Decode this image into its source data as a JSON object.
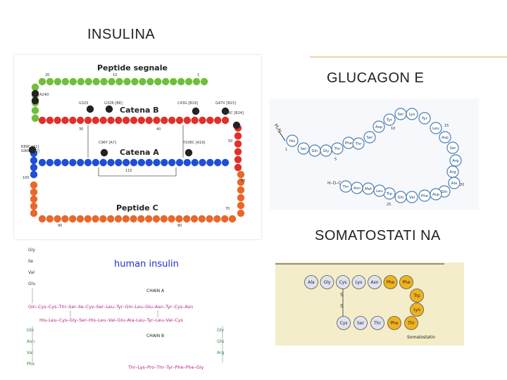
{
  "titles": {
    "insulina": "INSULINA",
    "glucagone": "GLUCAGON E",
    "somatostatina": "SOMATOSTATI NA"
  },
  "insulin_diagram": {
    "signal_peptide": "Peptide segnale",
    "chain_b": "Catena B",
    "chain_a": "Catena A",
    "peptide_c": "Peptide C",
    "mutations": [
      "A24D",
      "G32S",
      "G32R [B8]",
      "C43G [B19]",
      "G47V [B23]",
      "F48C [B24]",
      "R89C [A1]",
      "G90C [A2]",
      "C96Y [A7]",
      "Y108C [A19]"
    ],
    "numbers": [
      "20",
      "10",
      "1",
      "30",
      "40",
      "50",
      "60",
      "70",
      "80",
      "90",
      "100",
      "110"
    ],
    "colors": {
      "signal": "#6fbf3a",
      "chain_b": "#e0302a",
      "chain_a": "#1f4fd6",
      "peptide_c": "#e8682a",
      "mutant": "#222222"
    }
  },
  "glucagon": {
    "residues": [
      "His",
      "Ser",
      "Gln",
      "Gly",
      "Thr",
      "Phe",
      "Thr",
      "Ser",
      "Asp",
      "Tyr",
      "Ser",
      "Lys",
      "Tyr",
      "Leu",
      "Asp",
      "Ser",
      "Arg",
      "Arg",
      "Ala",
      "Gln",
      "Asp",
      "Phe",
      "Val",
      "Gln",
      "Trp",
      "Leu",
      "Met",
      "Asn",
      "Thr"
    ],
    "n_term": "H₂N",
    "c_term": "H–O–C",
    "numbers": [
      "1",
      "5",
      "10",
      "15",
      "20",
      "25"
    ]
  },
  "human_insulin": {
    "heading": "human insulin",
    "chain_a_label": "CHAIN A",
    "chain_b_label": "CHAIN B",
    "a_vertical": [
      "Gly",
      "Ile",
      "Val",
      "Glu"
    ],
    "a_row": "Gln–Cys–Cys–Thr–Ser–Ile–Cys–Ser–Leu–Tyr–Gln–Leu–Glu–Asn–Tyr–Cys–Asn",
    "b_row": "His–Leu–Cys–Gly–Ser–His–Leu–Val–Glu–Ala–Leu–Tyr–Leu–Val–Cys",
    "b_left": [
      "Gln",
      "Asn",
      "Val",
      "Phe"
    ],
    "b_right": [
      "Gly",
      "Glu",
      "Arg"
    ],
    "b_bottom": "Thr–Lys–Pro–Thr–Tyr–Phe–Phe–Gly"
  },
  "somatostatin": {
    "top_row": [
      "Ala",
      "Gly",
      "Cys",
      "Lys",
      "Asn",
      "Phe",
      "Phe"
    ],
    "right_col": [
      "Trp",
      "Lys"
    ],
    "bottom_row": [
      "Cys",
      "Ser",
      "Thr",
      "Phe",
      "Thr"
    ],
    "caption": "Somatostatin",
    "bond": "S"
  }
}
